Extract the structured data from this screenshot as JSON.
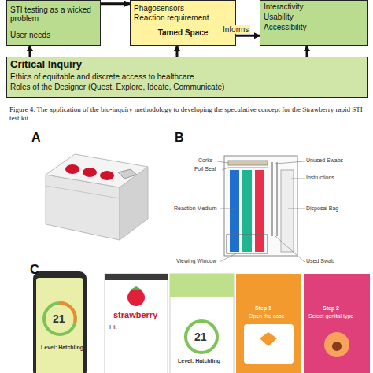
{
  "diagram": {
    "caption": "Figure 4. The application of the bio-inquiry methodology to developing the speculative concept for the Strawberry rapid STI test kit.",
    "nodes": [
      {
        "text": [
          "STI testing as a wicked problem",
          "User needs"
        ]
      },
      {
        "text": [
          "Phagosensors",
          "Reaction requirement",
          "Tamed Space"
        ]
      },
      {
        "text": [
          "Interactivity",
          "Usability",
          "Accessibility"
        ]
      },
      {
        "text": [
          "Critical Inquiry",
          "Ethics of equitable and discrete access to healthcare",
          "Roles of the Designer (Quest, Explore, Ideate, Communicate)"
        ]
      }
    ],
    "edges": [
      {
        "from": 0,
        "to": 1,
        "arrow": "to"
      },
      {
        "from": 1,
        "to": 2,
        "label": "Informs",
        "arrow": "to"
      },
      {
        "from": 3,
        "to": 0,
        "arrow": "to"
      },
      {
        "from": 3,
        "to": 1,
        "arrow": "to"
      },
      {
        "from": 3,
        "to": 2,
        "arrow": "to"
      }
    ],
    "labels": [
      "A",
      "B",
      "C",
      "Corks",
      "Foil Seal",
      "Reaction Medium",
      "Viewing Window",
      "Unused Swabs",
      "Instructions",
      "Disposal Bag",
      "Used Swab",
      "21",
      "Level: Hatchling",
      "strawberry",
      "Hi,",
      "21",
      "Level: Hatchling",
      "Step 1",
      "Open the case",
      "Step 2",
      "Select genital type"
    ]
  }
}
